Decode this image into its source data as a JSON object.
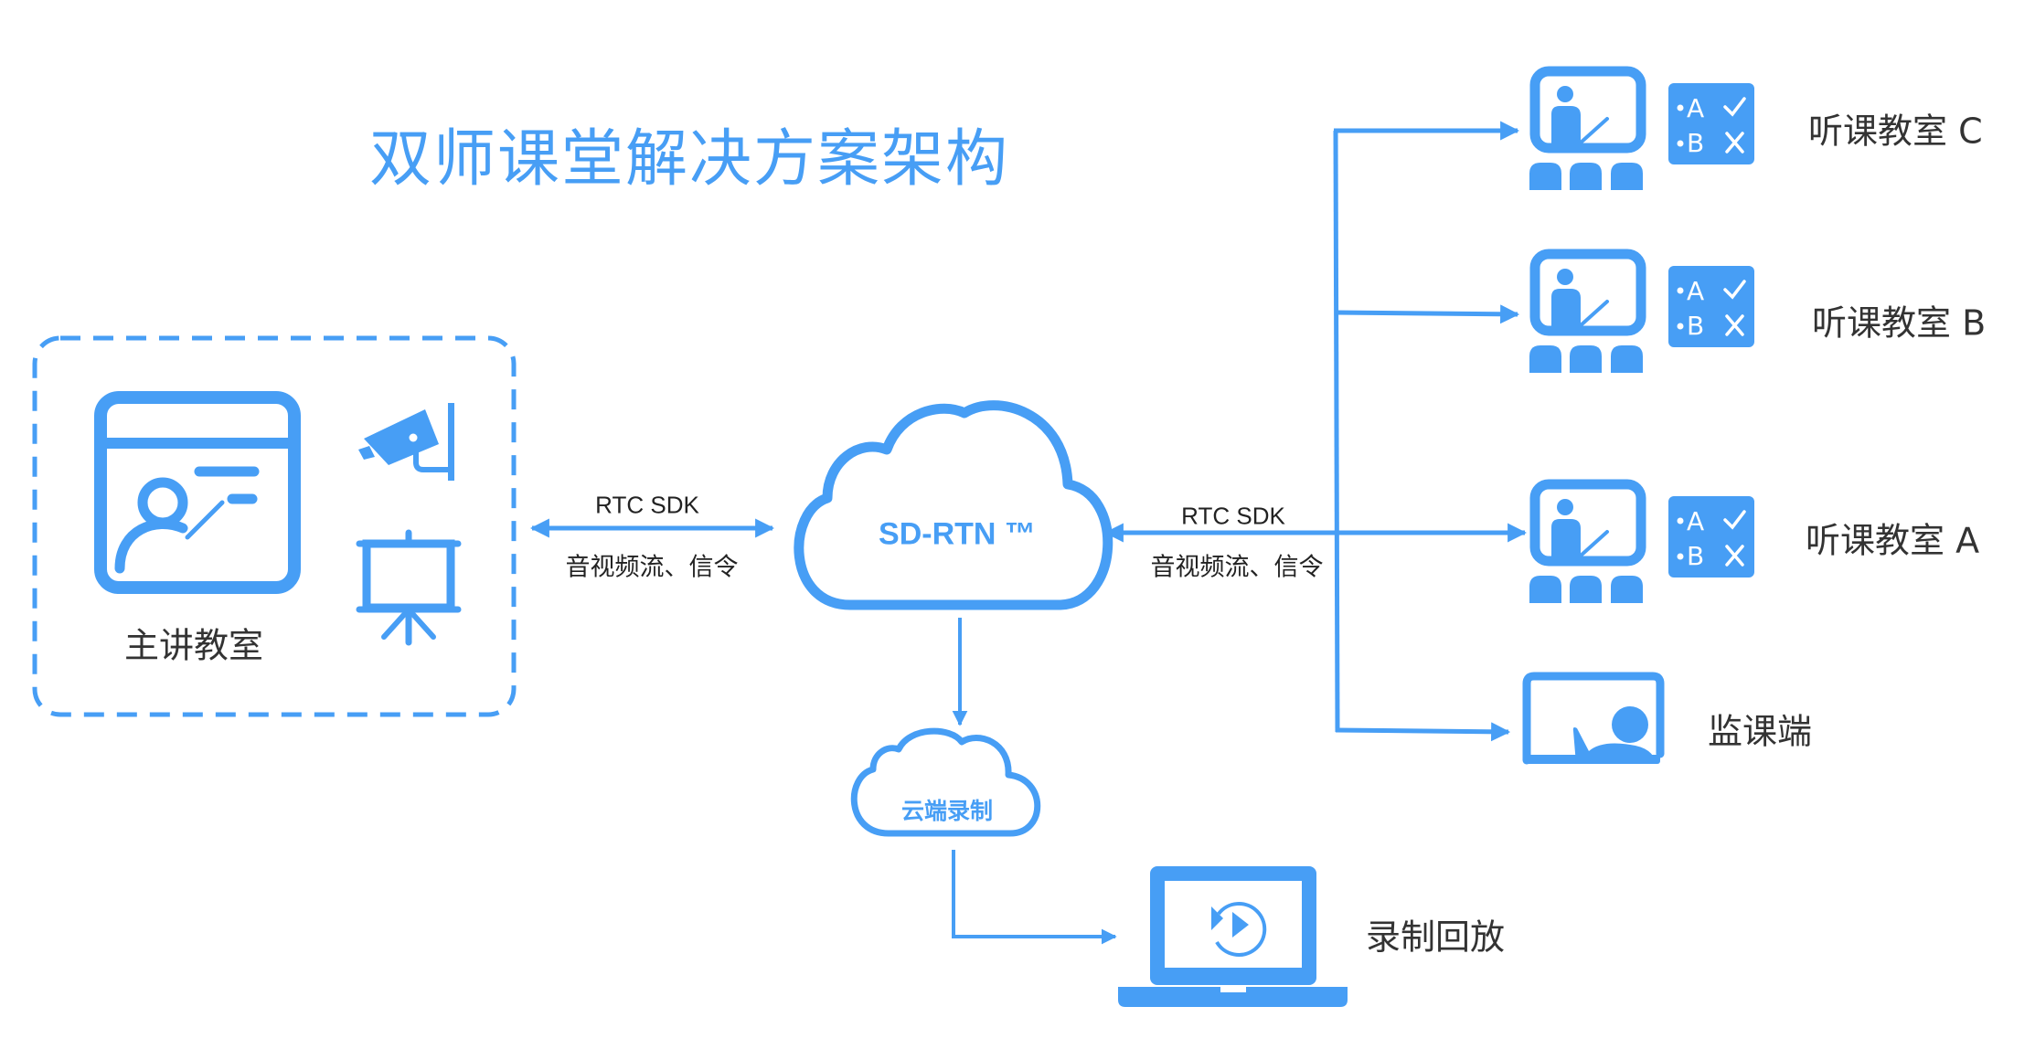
{
  "title": "双师课堂解决方案架构",
  "colors": {
    "accent": "#479ef5",
    "text": "#333333"
  },
  "presenter": {
    "label": "主讲教室",
    "icons": [
      "teacher-screen-icon",
      "camera-icon",
      "projector-screen-icon"
    ]
  },
  "links": {
    "left": {
      "protocol": "RTC SDK",
      "payload": "音视频流、信令"
    },
    "right": {
      "protocol": "RTC SDK",
      "payload": "音视频流、信令"
    }
  },
  "network": {
    "label": "SD-RTN ™"
  },
  "recording": {
    "cloud_label": "云端录制",
    "playback_label": "录制回放"
  },
  "receivers": [
    {
      "label": "听课教室 C",
      "icon": "classroom-icon",
      "quiz_icon": "quiz-icon",
      "quiz": [
        "A",
        "B"
      ]
    },
    {
      "label": "听课教室 B",
      "icon": "classroom-icon",
      "quiz_icon": "quiz-icon",
      "quiz": [
        "A",
        "B"
      ]
    },
    {
      "label": "听课教室 A",
      "icon": "classroom-icon",
      "quiz_icon": "quiz-icon",
      "quiz": [
        "A",
        "B"
      ]
    },
    {
      "label": "监课端",
      "icon": "monitor-icon"
    }
  ]
}
